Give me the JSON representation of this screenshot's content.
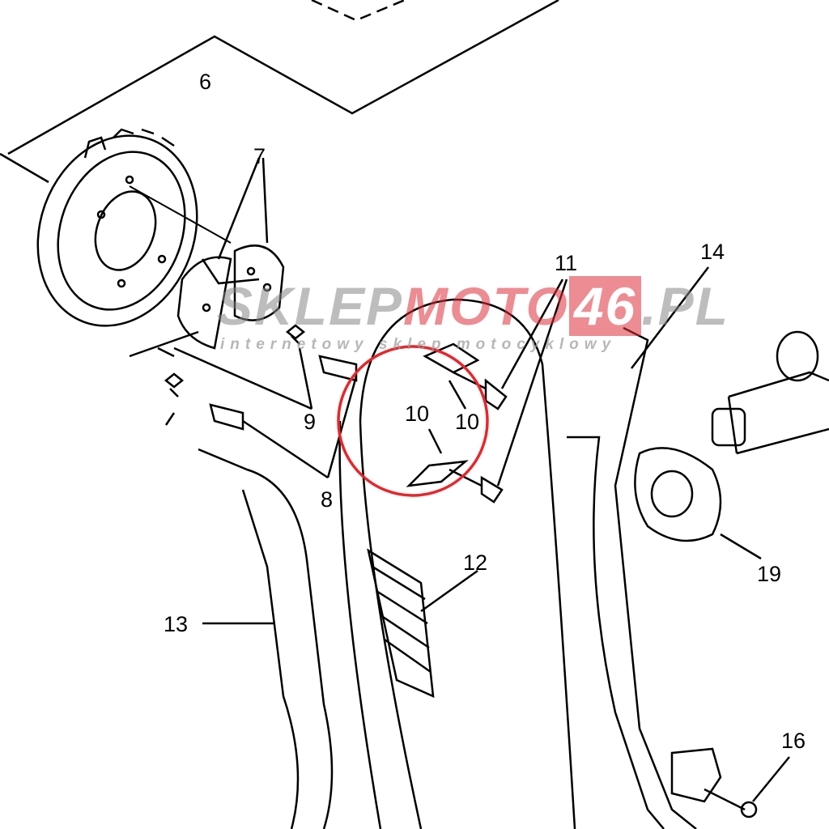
{
  "diagram": {
    "part_labels": [
      "6",
      "7",
      "9",
      "8",
      "10",
      "10",
      "11",
      "12",
      "13",
      "14",
      "16",
      "19"
    ],
    "highlight_color": "#e8262b"
  },
  "watermark": {
    "brand_a": "SKLEP",
    "brand_b": "MOTO",
    "brand_c": "46",
    "brand_d": ".PL",
    "tagline": "internetowy sklep motocyklowy"
  }
}
